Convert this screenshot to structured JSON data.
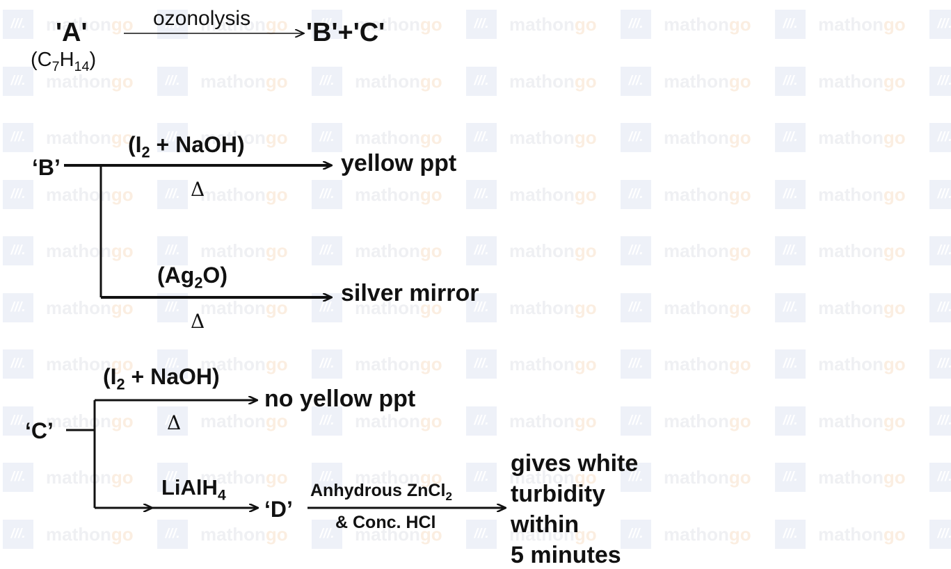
{
  "watermark": {
    "brand_main": "mathon",
    "brand_suffix": "go",
    "logo_mark": "///."
  },
  "scheme1": {
    "reactant": "'A'",
    "formula_c": "C",
    "formula_c_sub": "7",
    "formula_h": "H",
    "formula_h_sub": "14",
    "reagent": "ozonolysis",
    "products": "'B'+'C'"
  },
  "scheme2": {
    "start": "‘B’",
    "branch1": {
      "reagent_pre": "(I",
      "reagent_sub": "2",
      "reagent_post": " + NaOH)",
      "condition": "Δ",
      "result": "yellow ppt"
    },
    "branch2": {
      "reagent_pre": "(Ag",
      "reagent_sub": "2",
      "reagent_post": "O)",
      "condition": "Δ",
      "result": "silver mirror"
    }
  },
  "scheme3": {
    "start": "‘C’",
    "branch1": {
      "reagent_pre": "(I",
      "reagent_sub": "2",
      "reagent_post": " + NaOH)",
      "condition": "Δ",
      "result": "no yellow ppt"
    },
    "branch2": {
      "reagent_pre": "LiAlH",
      "reagent_sub": "4",
      "product": "‘D’",
      "reagent2_line1_pre": "Anhydrous ZnCl",
      "reagent2_line1_sub": "2",
      "reagent2_line2": "& Conc. HCl",
      "result_lines": [
        "gives white",
        "turbidity",
        "within",
        "5 minutes"
      ]
    }
  }
}
